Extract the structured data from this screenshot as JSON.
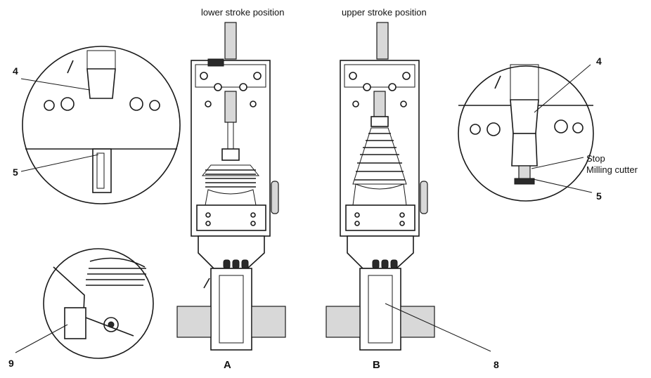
{
  "captions": {
    "lower": "lower stroke position",
    "upper": "upper stroke position"
  },
  "views": {
    "a": "A",
    "b": "B"
  },
  "callouts": {
    "c4_left": "4",
    "c5_left": "5",
    "c9": "9",
    "c4_right": "4",
    "c5_right": "5",
    "c8": "8"
  },
  "notes": {
    "stop": "Stop",
    "milling_cutter": "Milling cutter"
  }
}
